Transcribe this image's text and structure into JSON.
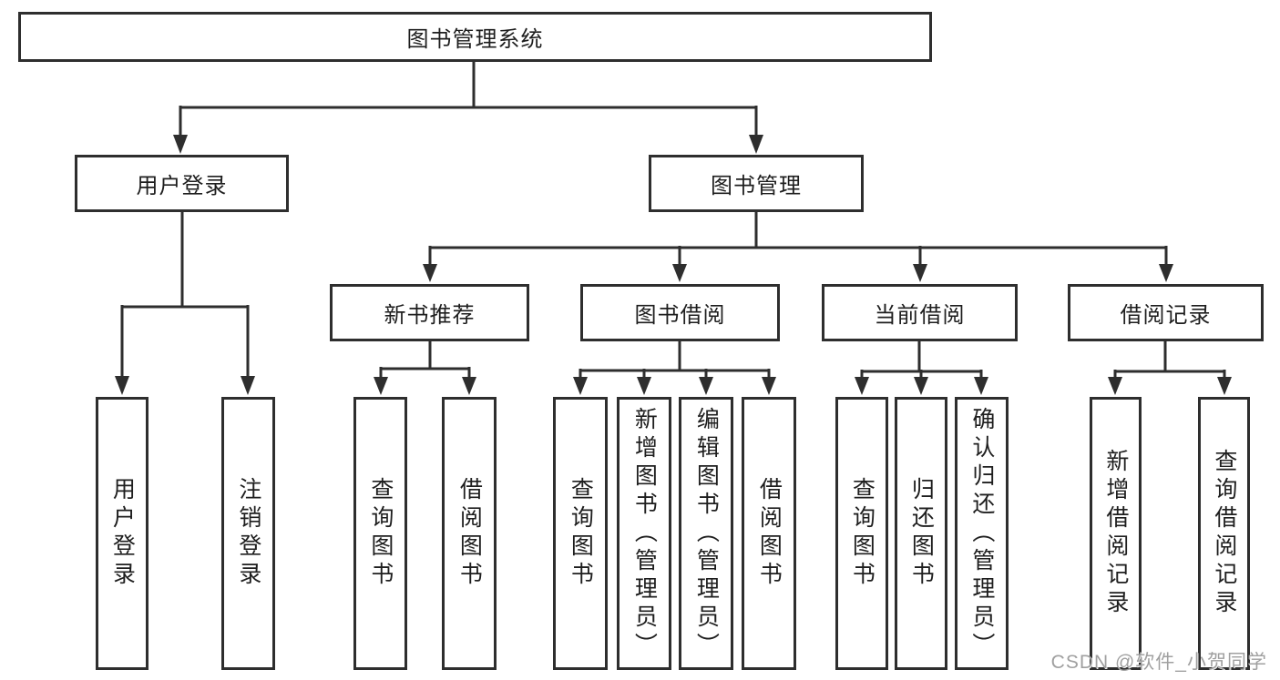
{
  "diagram": {
    "root": {
      "label": "图书管理系统"
    },
    "branches": [
      {
        "label": "用户登录",
        "children": [
          {
            "label": "用户登录"
          },
          {
            "label": "注销登录"
          }
        ]
      },
      {
        "label": "图书管理",
        "children": [
          {
            "label": "新书推荐",
            "children": [
              {
                "label": "查询图书"
              },
              {
                "label": "借阅图书"
              }
            ]
          },
          {
            "label": "图书借阅",
            "children": [
              {
                "label": "查询图书"
              },
              {
                "label": "新增图书（管理员）"
              },
              {
                "label": "编辑图书（管理员）"
              },
              {
                "label": "借阅图书"
              }
            ]
          },
          {
            "label": "当前借阅",
            "children": [
              {
                "label": "查询图书"
              },
              {
                "label": "归还图书"
              },
              {
                "label": "确认归还（管理员）"
              }
            ]
          },
          {
            "label": "借阅记录",
            "children": [
              {
                "label": "新增借阅记录"
              },
              {
                "label": "查询借阅记录"
              }
            ]
          }
        ]
      }
    ]
  },
  "watermark": {
    "text": "CSDN @软件_小贺同学"
  },
  "colors": {
    "line": "#2e2e2e",
    "text": "#1e1e1e",
    "background": "#ffffff",
    "watermark": "#a0a0a0"
  }
}
